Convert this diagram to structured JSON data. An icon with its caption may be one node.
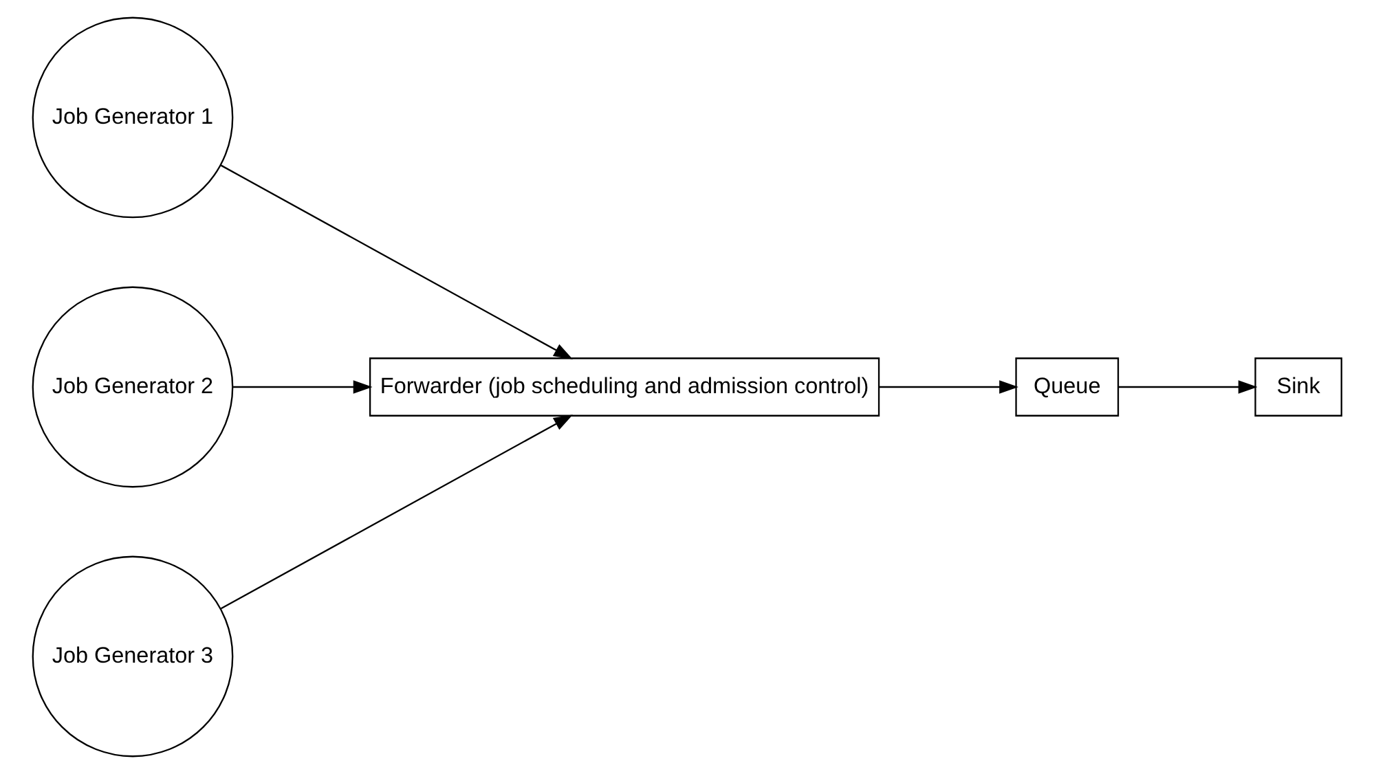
{
  "diagram": {
    "nodes": [
      {
        "text": [
          "Job Generator 1"
        ]
      },
      {
        "text": [
          "Job Generator 2"
        ]
      },
      {
        "text": [
          "Job Generator 3"
        ]
      },
      {
        "text": [
          "Forwarder (job scheduling and admission control)"
        ]
      },
      {
        "text": [
          "Queue"
        ]
      },
      {
        "text": [
          "Sink"
        ]
      }
    ],
    "edges": [
      {
        "from": 0,
        "to": 3,
        "arrow": "to"
      },
      {
        "from": 1,
        "to": 3,
        "arrow": "to"
      },
      {
        "from": 2,
        "to": 3,
        "arrow": "to"
      },
      {
        "from": 3,
        "to": 4,
        "arrow": "to"
      },
      {
        "from": 4,
        "to": 5,
        "arrow": "to"
      }
    ]
  }
}
